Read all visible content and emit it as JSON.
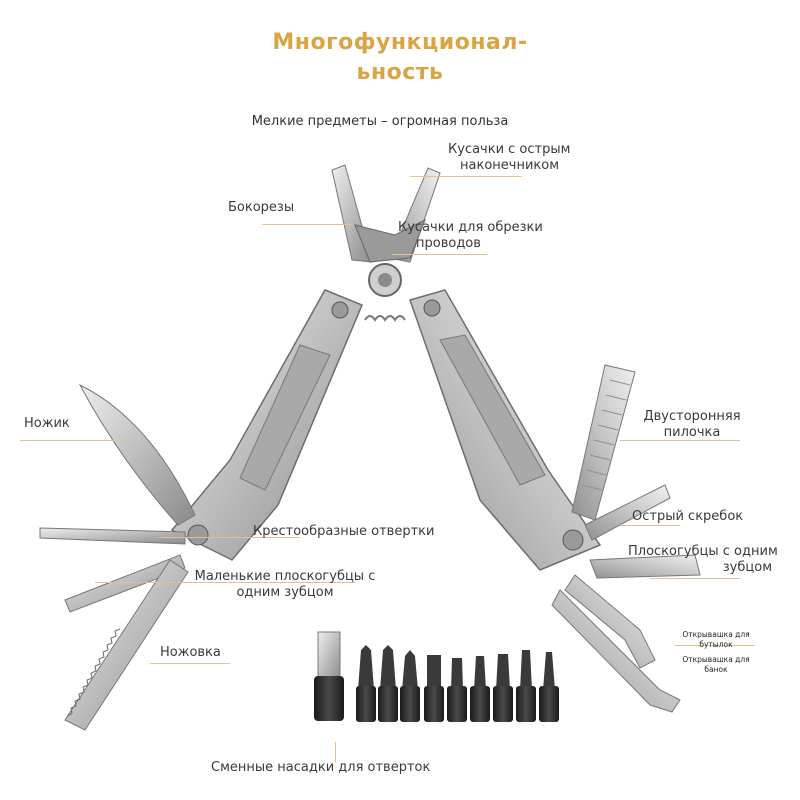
{
  "title": {
    "line1": "Многофункционал-",
    "line2": "ьность"
  },
  "subtitle": "Мелкие предметы – огромная польза",
  "labels": {
    "pliers_tip_1": "Кусачки с острым",
    "pliers_tip_2": "наконечником",
    "side_cutters": "Бокорезы",
    "wire_cutters_1": "Кусачки для обрезки",
    "wire_cutters_2": "проводов",
    "knife": "Ножик",
    "file_1": "Двусторонняя",
    "file_2": "пилочка",
    "cross_screwdrivers": "Крестообразные отвертки",
    "scraper": "Острый скребок",
    "single_tooth_pliers_1": "Плоскогубцы с одним",
    "single_tooth_pliers_2": "зубцом",
    "small_pliers_1": "Маленькие плоскогубцы с",
    "small_pliers_2": "одним зубцом",
    "bottle_opener": "Открывашка для бутылок",
    "can_opener": "Открывашка для банок",
    "saw": "Ножовка",
    "bits": "Сменные насадки для отверток"
  },
  "colors": {
    "title": "#d9a441",
    "leader": "#e2c28a",
    "metal_light": "#d8d8d8",
    "metal_dark": "#8c8c8c",
    "bit_black": "#2b2b2b"
  }
}
